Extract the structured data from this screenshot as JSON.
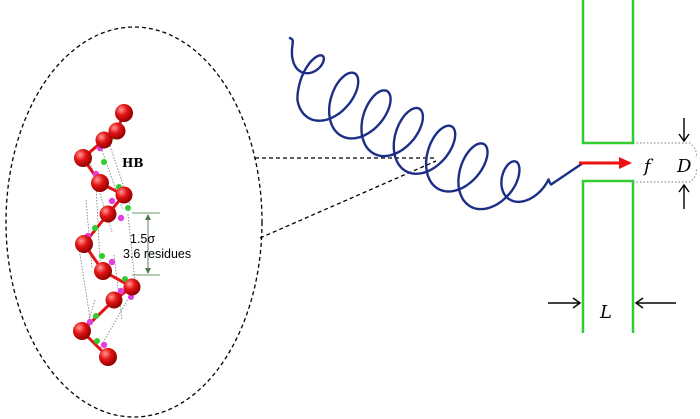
{
  "labels": {
    "hb": "HB",
    "pitch": "1.5σ",
    "residues": "3.6 residues",
    "force": "f",
    "diameter": "D",
    "length": "L"
  },
  "colors": {
    "helix_chain": "#1c2e86",
    "pore_wall": "#33cc33",
    "force_arrow": "#ee1111",
    "bead": "#dd1111",
    "bead_highlight": "#ff8c8c",
    "side_green": "#2ecc2e",
    "side_magenta": "#e23ee2",
    "spacing_lines": "#6a9a6a"
  }
}
